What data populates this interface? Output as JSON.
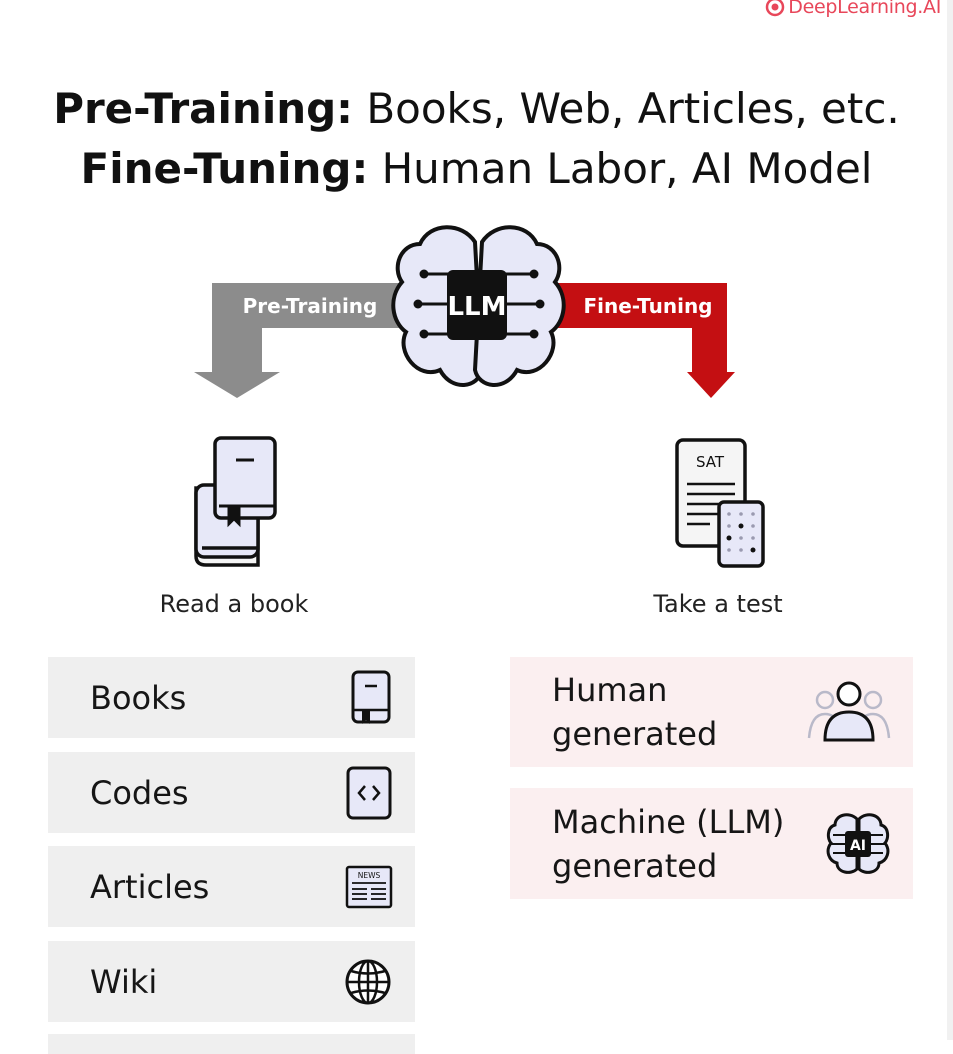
{
  "brand": {
    "logo_text": "DeepLearning.AI",
    "accent": "#e8475a"
  },
  "title": {
    "line1_keyword": "Pre-Training:",
    "line1_rest": " Books, Web, Articles, etc.",
    "line2_keyword": "Fine-Tuning:",
    "line2_rest": " Human Labor, AI Model"
  },
  "diagram": {
    "center_label": "LLM",
    "left_arrow_label": "Pre-Training",
    "right_arrow_label": "Fine-Tuning",
    "left_arrow_color": "#8c8c8c",
    "right_arrow_color": "#c40f12",
    "test_sheet_label": "SAT"
  },
  "captions": {
    "left": "Read a book",
    "right": "Take a test"
  },
  "pretraining_sources": [
    {
      "label": "Books",
      "icon": "book-icon"
    },
    {
      "label": "Codes",
      "icon": "code-icon"
    },
    {
      "label": "Articles",
      "icon": "newspaper-icon",
      "icon_text": "NEWS"
    },
    {
      "label": "Wiki",
      "icon": "globe-icon"
    }
  ],
  "finetuning_sources": [
    {
      "label_line1": "Human",
      "label_line2": "generated",
      "icon": "people-icon"
    },
    {
      "label_line1": "Machine (LLM)",
      "label_line2": "generated",
      "icon": "ai-brain-icon",
      "icon_text": "AI"
    }
  ]
}
